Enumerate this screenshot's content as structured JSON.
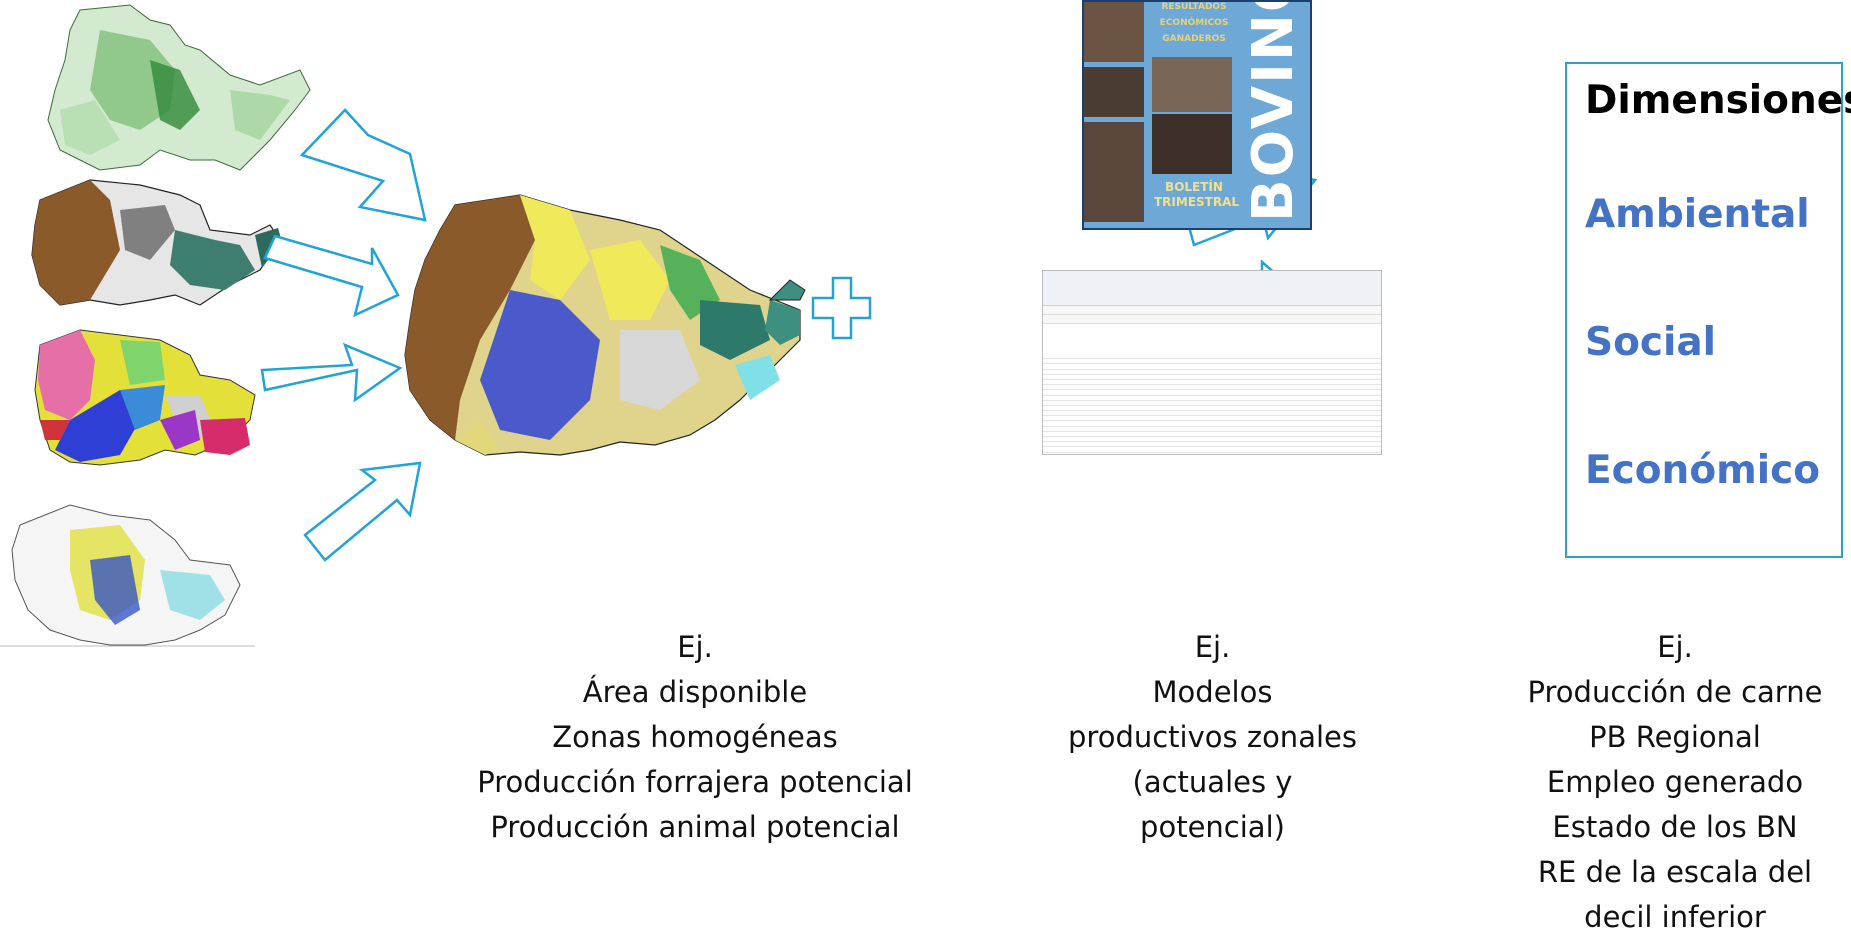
{
  "caption_left": {
    "lines": [
      "Ej.",
      "Área disponible",
      "Zonas homogéneas",
      "Producción forrajera potencial",
      "Producción animal potencial"
    ]
  },
  "caption_mid": {
    "lines": [
      "Ej.",
      "Modelos",
      "productivos zonales",
      "(actuales y",
      "potencial)"
    ]
  },
  "caption_right": {
    "lines": [
      "Ej.",
      "Producción de carne",
      "PB Regional",
      "Empleo generado",
      "Estado de los BN",
      "RE de la escala del",
      "decil inferior"
    ]
  },
  "dimensions": {
    "title": "Dimensiones",
    "items": [
      "Ambiental",
      "Social",
      "Económico"
    ]
  },
  "report_cover": {
    "header_lines": [
      "RESULTADOS",
      "ECONÓMICOS",
      "GANADEROS"
    ],
    "footer_lines": [
      "BOLETÍN",
      "TRIMESTRAL"
    ],
    "big_word": "BOVINO"
  },
  "colors": {
    "arrow_outline": "#22a3d6",
    "dimension_item": "#4472c4",
    "box_border": "#2aa1cf"
  }
}
